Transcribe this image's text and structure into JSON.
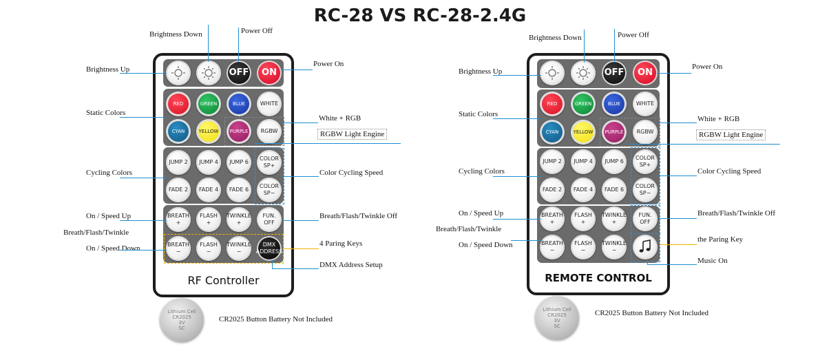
{
  "title": "RC-28 VS RC-28-2.4G",
  "left": {
    "brand": "RF Controller",
    "buttons": {
      "off": "OFF",
      "on": "ON",
      "red": "RED",
      "green": "GREEN",
      "blue": "BLUE",
      "white": "WHITE",
      "cyan": "CYAN",
      "yellow": "YELLOW",
      "purple": "PURPLE",
      "rgbw": "RGBW",
      "jump2": "JUMP 2",
      "jump4": "JUMP 4",
      "jump6": "JUMP 6",
      "color_up": "COLOR\nSP+",
      "fade2": "FADE 2",
      "fade4": "FADE 4",
      "fade6": "FADE 6",
      "color_down": "COLOR\nSP−",
      "breath_up": "BREATH\n+",
      "flash_up": "FLASH\n+",
      "twinkle_up": "TWINKLE\n+",
      "fun_off": "FUN.\nOFF",
      "breath_down": "BREATH\n−",
      "flash_down": "FLASH\n−",
      "twinkle_down": "TWINKLE\n−",
      "dmx": "DMX\nADDRESS"
    },
    "labels": {
      "brightness_down": "Brightness Down",
      "power_off": "Power Off",
      "brightness_up": "Brightness Up",
      "power_on": "Power On",
      "static_colors": "Static Colors",
      "white_rgb": "White + RGB",
      "rgbw_engine": "RGBW Light Engine",
      "cycling_colors": "Cycling Colors",
      "color_cycling_speed": "Color Cycling Speed",
      "on_speed_up": "On / Speed Up",
      "breath_flash_twinkle": "Breath/Flash/Twinkle",
      "bft_off": "Breath/Flash/Twinkle Off",
      "on_speed_down": "On / Speed Down",
      "paring_keys": "4 Paring Keys",
      "dmx_setup": "DMX Address Setup",
      "battery": "CR2025 Button Battery Not Included"
    }
  },
  "right": {
    "brand": "REMOTE CONTROL",
    "buttons": {
      "off": "OFF",
      "on": "ON",
      "red": "RED",
      "green": "GREEN",
      "blue": "BLUE",
      "white": "WHITE",
      "cyan": "CYAN",
      "yellow": "YELLOW",
      "purple": "PURPLE",
      "rgbw": "RGBW",
      "jump2": "JUMP 2",
      "jump4": "JUMP 4",
      "jump6": "JUMP 6",
      "color_up": "COLOR\nSP+",
      "fade2": "FADE 2",
      "fade4": "FADE 4",
      "fade6": "FADE 6",
      "color_down": "COLOR\nSP−",
      "breath_up": "BREATH\n+",
      "flash_up": "FLASH\n+",
      "twinkle_up": "TWINKLE\n+",
      "fun_off": "FUN.\nOFF",
      "breath_down": "BREATH\n−",
      "flash_down": "FLASH\n−",
      "twinkle_down": "TWINKLE\n−"
    },
    "labels": {
      "brightness_down": "Brightness Down",
      "power_off": "Power Off",
      "brightness_up": "Brightness Up",
      "power_on": "Power On",
      "static_colors": "Static Colors",
      "white_rgb": "White + RGB",
      "rgbw_engine": "RGBW Light Engine",
      "cycling_colors": "Cycling Colors",
      "color_cycling_speed": "Color Cycling Speed",
      "on_speed_up": "On / Speed Up",
      "breath_flash_twinkle": "Breath/Flash/Twinkle",
      "bft_off": "Breath/Flash/Twinkle Off",
      "on_speed_down": "On / Speed Down",
      "paring_key": "the Paring Key",
      "music_on": "Music On",
      "battery": "CR2025 Button Battery Not Included"
    }
  },
  "battery_text": {
    "l1": "Lithium Cell",
    "l2": "CR2025",
    "l3": "3V",
    "l4": "SC"
  },
  "colors": {
    "red": "#e8182a",
    "green": "#0f9b3c",
    "blue": "#1a3fb3",
    "cyan": "#1b6f9e",
    "yellow": "#ffee00",
    "purple": "#a8246e",
    "accent_line": "#1e8fd0",
    "paring": "#f4b400"
  }
}
